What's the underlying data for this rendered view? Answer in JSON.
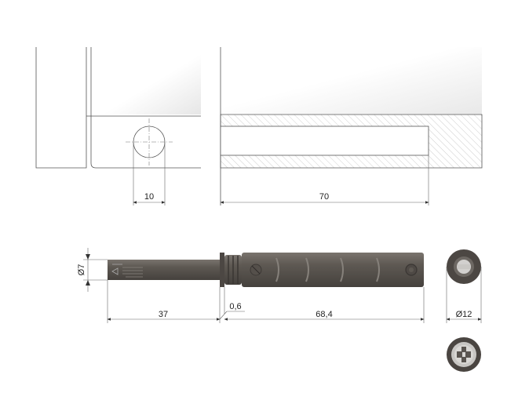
{
  "dimensions": {
    "hole_offset": "10",
    "drill_depth": "70",
    "diameter_small": "Ø7",
    "tip_length": "37",
    "flange": "0,6",
    "body_length": "68,4",
    "diameter_large": "Ø12"
  },
  "colors": {
    "part_body": "#5f5a55",
    "part_dark": "#4a4541",
    "hatch": "#bdbdbd",
    "dim_line": "#555555"
  }
}
